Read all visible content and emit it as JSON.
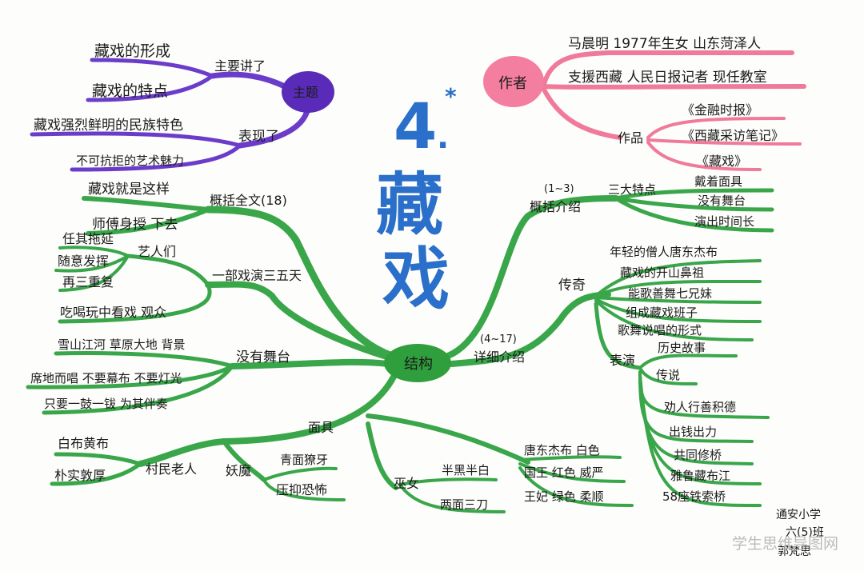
{
  "title": {
    "number": "4",
    "star": "*",
    "dot": ".",
    "char1": "藏",
    "char2": "戏"
  },
  "colors": {
    "green": "#3aa64a",
    "purple": "#6b3cc9",
    "pink": "#f07a9a",
    "title_blue": "#2a6fc9"
  },
  "center": {
    "label": "结构"
  },
  "topic": {
    "label": "主题",
    "main_lecture": "主要讲了",
    "main_lecture_items": [
      "藏戏的形成",
      "藏戏的特点"
    ],
    "expressed": "表现了",
    "expressed_items": [
      "藏戏强烈鲜明的民族特色",
      "不可抗拒的艺术魅力"
    ]
  },
  "author": {
    "label": "作者",
    "line1": "马晨明 1977年生女 山东菏泽人",
    "line2": "支援西藏 人民日报记者 现任教室",
    "works": "作品",
    "work_items": [
      "《金融时报》",
      "《西藏采访笔记》",
      "《藏戏》"
    ]
  },
  "summary": {
    "label": "概括全文(18)",
    "items": [
      "藏戏就是这样",
      "师傅身授 下去"
    ]
  },
  "three_days": {
    "label": "一部戏演三五天",
    "artists": "艺人们",
    "artist_items": [
      "任其拖延",
      "随意发挥",
      "再三重复"
    ],
    "audience": "吃喝玩中看戏 观众"
  },
  "no_stage_left": {
    "label": "没有舞台",
    "items": [
      "雪山江河 草原大地 背景",
      "席地而唱 不要幕布 不要灯光",
      "只要一鼓一钹 为其伴奏"
    ]
  },
  "mask_left": {
    "label": "面具",
    "elders": "村民老人",
    "elder_items": [
      "白布黄布",
      "朴实敦厚"
    ],
    "demon": "妖魔",
    "demon_items": [
      "青面獠牙",
      "压抑恐怖"
    ],
    "witch": "巫女",
    "witch_items": [
      "半黑半白",
      "两面三刀"
    ],
    "roles": [
      "唐东杰布 白色",
      "国王 红色 威严",
      "王妃 绿色 柔顺"
    ]
  },
  "overview": {
    "range": "(1~3)",
    "label": "概括介绍",
    "features": "三大特点",
    "feature_items": [
      "戴着面具",
      "没有舞台",
      "演出时间长"
    ]
  },
  "detail": {
    "range": "(4~17)",
    "label": "详细介绍",
    "legend": "传奇",
    "legend_items": [
      "年轻的僧人唐东杰布",
      "藏戏的开山鼻祖",
      "能歌善舞七兄妹",
      "组成藏戏班子",
      "歌舞说唱的形式"
    ],
    "perform": "表演",
    "perform_items": [
      "历史故事",
      "传说"
    ],
    "deeds": [
      "劝人行善积德",
      "出钱出力",
      "共同修桥",
      "雅鲁藏布江",
      "58座铁索桥"
    ]
  },
  "signature": {
    "line1": "通安小学",
    "line2": "六(5)班",
    "line3": "郭梵思"
  },
  "watermark": "学生思维导图网"
}
